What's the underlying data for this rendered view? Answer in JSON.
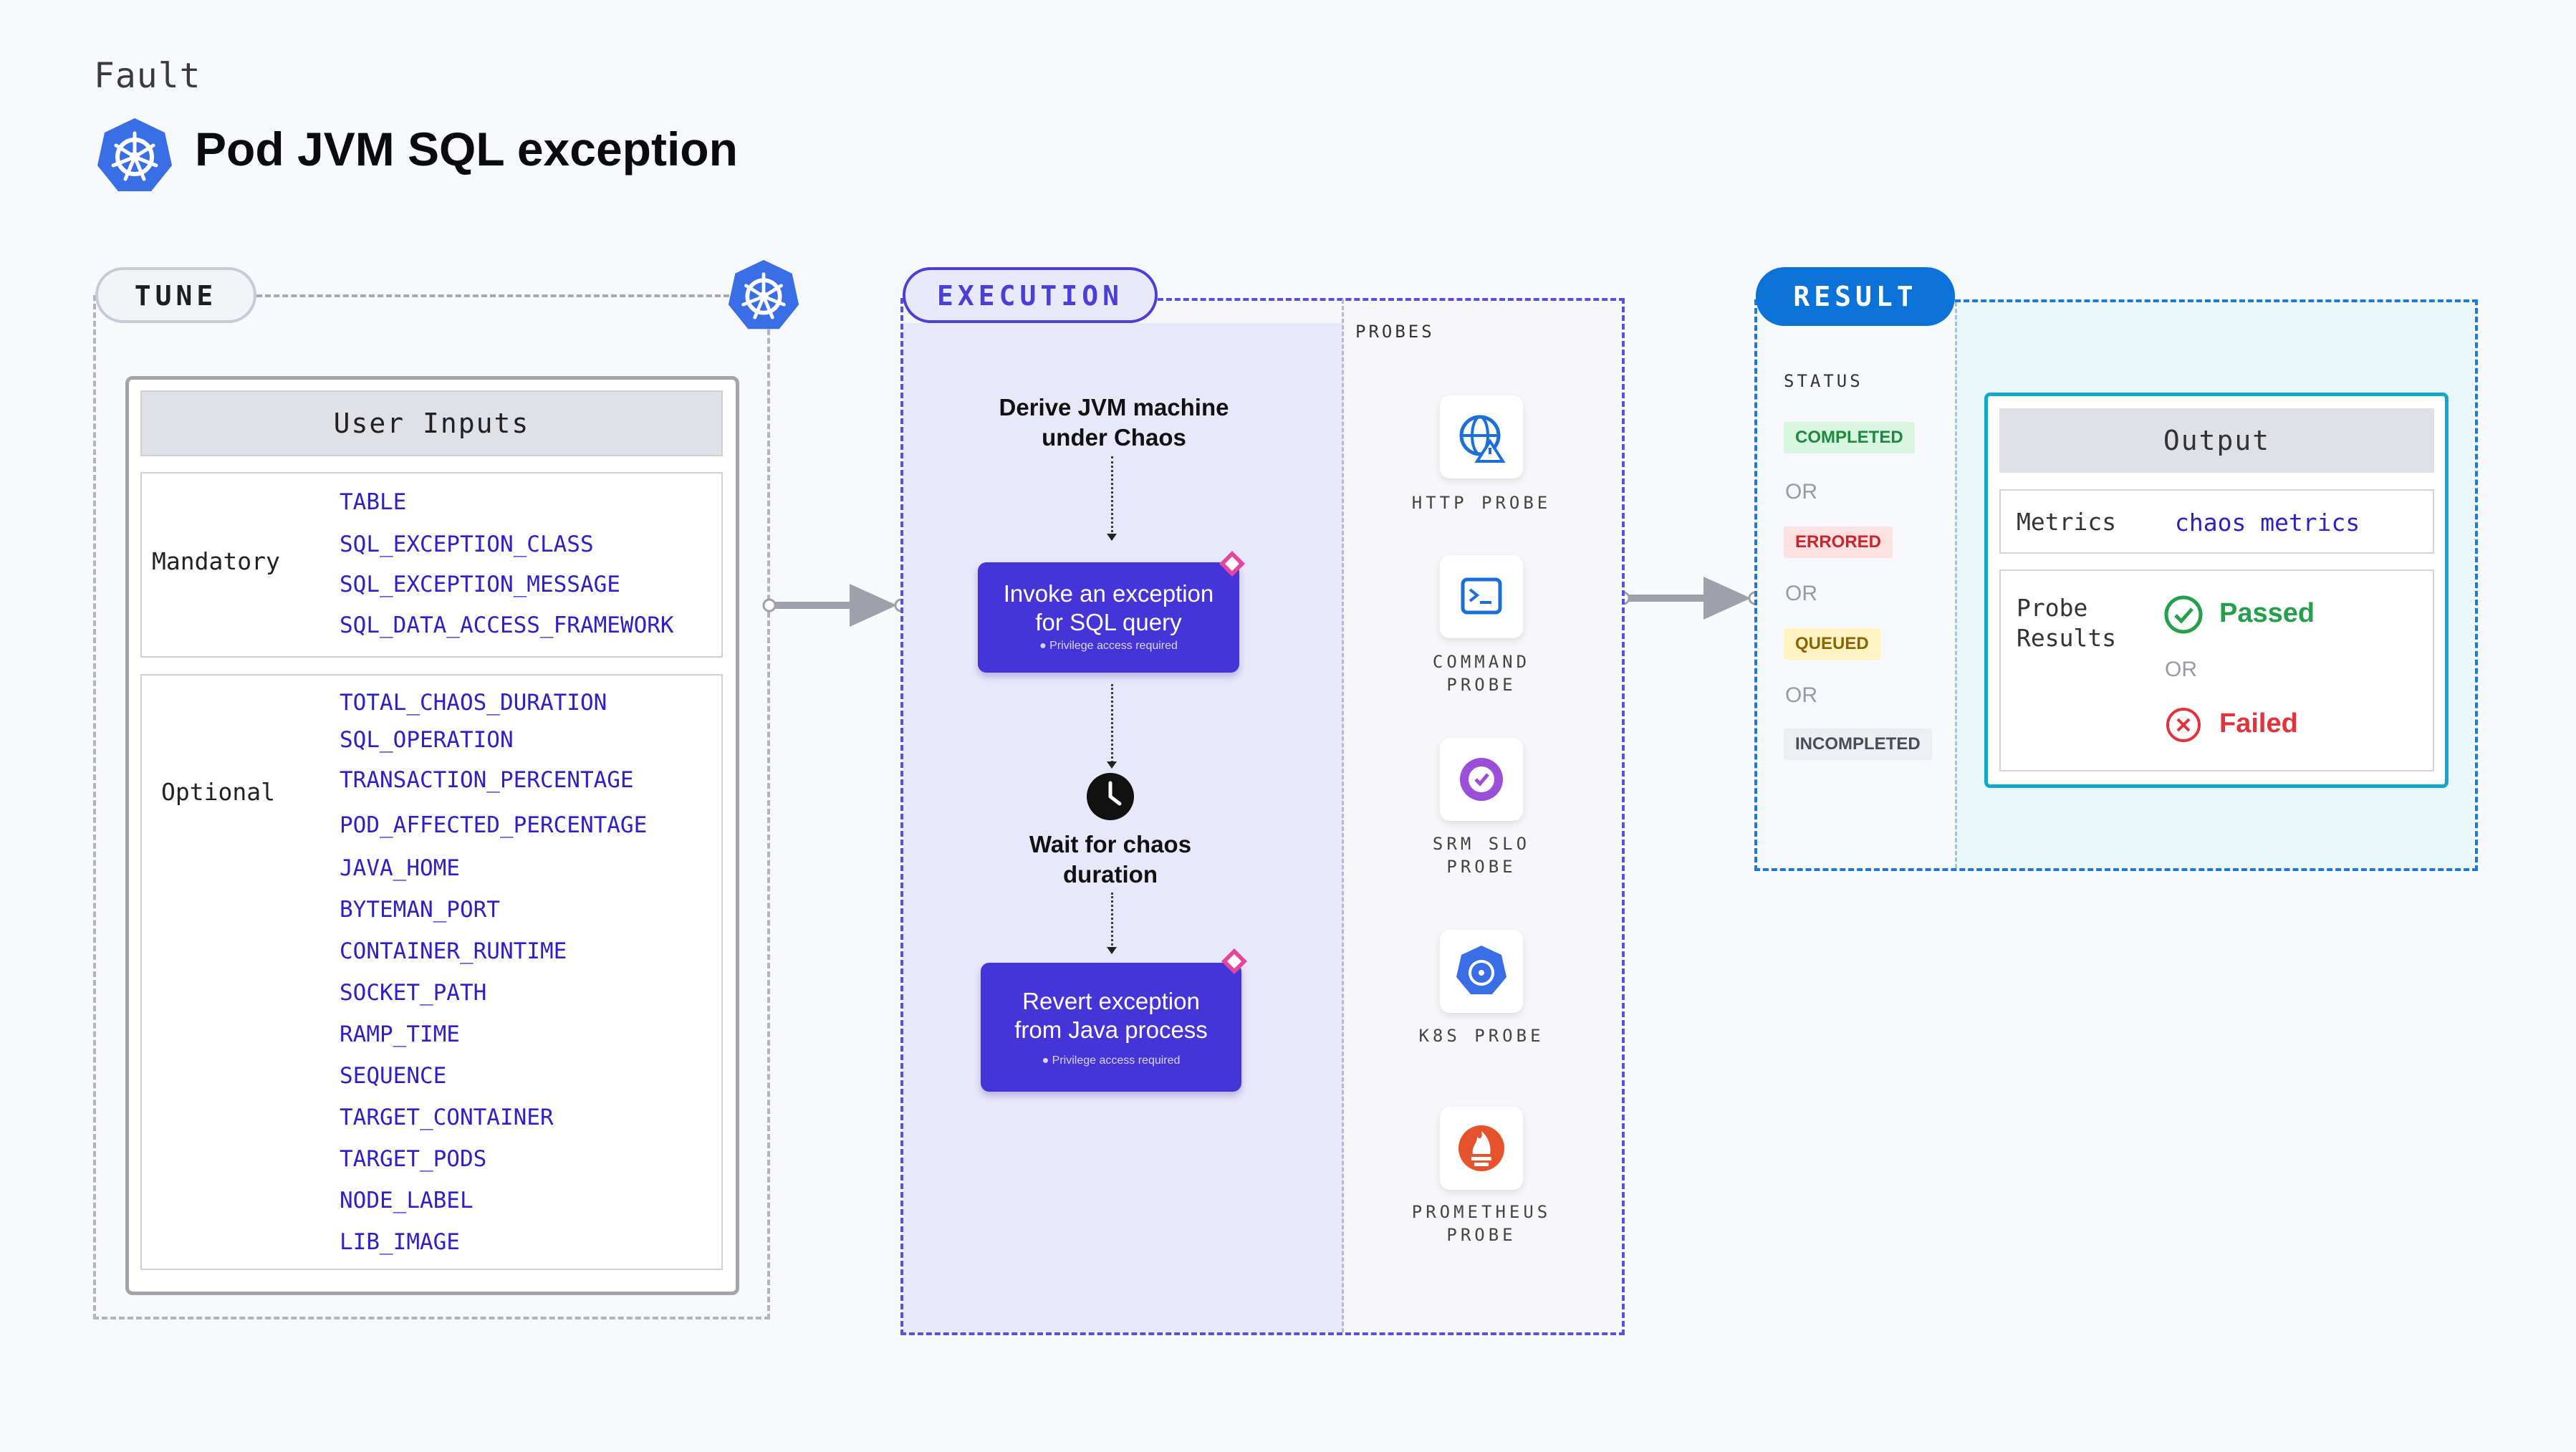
{
  "header": {
    "kind": "Fault",
    "title": "Pod JVM SQL exception",
    "icon": "kubernetes-icon"
  },
  "tune": {
    "pill": "TUNE",
    "user_inputs_title": "User Inputs",
    "mandatory_label": "Mandatory",
    "mandatory": [
      "TABLE",
      "SQL_EXCEPTION_CLASS",
      "SQL_EXCEPTION_MESSAGE",
      "SQL_DATA_ACCESS_FRAMEWORK"
    ],
    "optional_label": "Optional",
    "optional": [
      "TOTAL_CHAOS_DURATION",
      "SQL_OPERATION",
      "TRANSACTION_PERCENTAGE",
      "POD_AFFECTED_PERCENTAGE",
      "JAVA_HOME",
      "BYTEMAN_PORT",
      "CONTAINER_RUNTIME",
      "SOCKET_PATH",
      "RAMP_TIME",
      "SEQUENCE",
      "TARGET_CONTAINER",
      "TARGET_PODS",
      "NODE_LABEL",
      "LIB_IMAGE"
    ]
  },
  "execution": {
    "pill": "EXECUTION",
    "step1": [
      "Derive JVM machine",
      "under Chaos"
    ],
    "step2": [
      "Invoke an exception",
      "for SQL query"
    ],
    "step2_note": "Privilege access required",
    "step3": [
      "Wait for chaos",
      "duration"
    ],
    "step4": [
      "Revert exception",
      "from Java process"
    ],
    "step4_note": "Privilege access required",
    "probes_label": "PROBES",
    "probes": [
      {
        "line1": "HTTP PROBE",
        "line2": "",
        "icon": "globe-icon"
      },
      {
        "line1": "COMMAND",
        "line2": "PROBE",
        "icon": "terminal-icon"
      },
      {
        "line1": "SRM SLO",
        "line2": "PROBE",
        "icon": "srm-icon"
      },
      {
        "line1": "K8S PROBE",
        "line2": "",
        "icon": "kubernetes-icon"
      },
      {
        "line1": "PROMETHEUS",
        "line2": "PROBE",
        "icon": "prometheus-icon"
      }
    ]
  },
  "result": {
    "pill": "RESULT",
    "status_label": "STATUS",
    "statuses": [
      "COMPLETED",
      "ERRORED",
      "QUEUED",
      "INCOMPLETED"
    ],
    "or": "OR",
    "output_title": "Output",
    "metrics_key": "Metrics",
    "metrics_value": "chaos metrics",
    "probe_results_key": [
      "Probe",
      "Results"
    ],
    "passed": "Passed",
    "failed": "Failed"
  },
  "colors": {
    "execution_accent": "#4535d9",
    "result_accent": "#0b72d7",
    "output_border": "#13a7cf",
    "input_text": "#2e1fc9",
    "completed_bg": "#d9f6e0",
    "completed_fg": "#1e8a3c",
    "errored_bg": "#fde0e0",
    "errored_fg": "#c8262f",
    "queued_bg": "#fff3c4",
    "queued_fg": "#8a6500",
    "incompleted_bg": "#eceef2",
    "incompleted_fg": "#4a4d57"
  }
}
